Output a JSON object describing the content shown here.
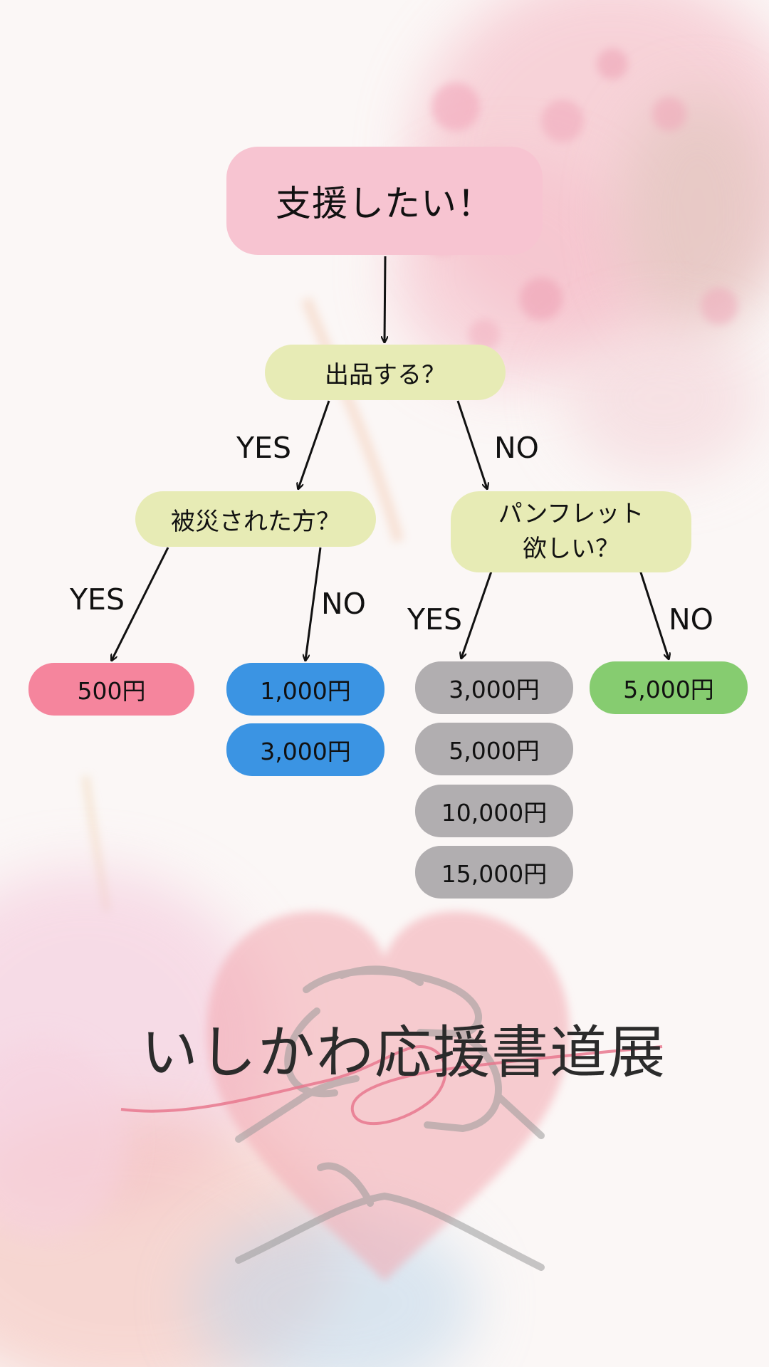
{
  "root": "支援したい！",
  "q_exhibit": "出品する？",
  "q_victim": "被災された方？",
  "q_pamphlet": [
    "パンフレット",
    "欲しい？"
  ],
  "labels": {
    "yes": "YES",
    "no": "NO"
  },
  "amounts": {
    "victim_yes": "500円",
    "victim_no": [
      "1,000円",
      "3,000円"
    ],
    "pamphlet_yes": [
      "3,000円",
      "5,000円",
      "10,000円",
      "15,000円"
    ],
    "pamphlet_no": "5,000円"
  },
  "logo_title": "いしかわ応援書道展",
  "colors": {
    "root": "#f7c4d1",
    "question": "#e7ebb5",
    "pink": "#f5859d",
    "blue": "#3b94e3",
    "gray": "#b1aeb0",
    "green": "#86cc70"
  }
}
